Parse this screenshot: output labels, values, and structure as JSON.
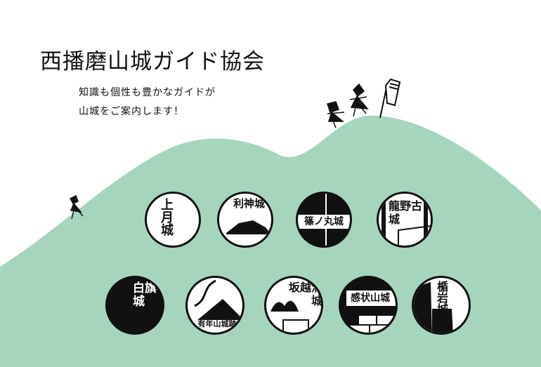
{
  "header": {
    "title": "西播磨山城ガイド協会",
    "subtitle_lines": [
      "知識も個性も豊かなガイドが",
      "山城をご案内します！"
    ]
  },
  "colors": {
    "mountain": "#a6d5bd",
    "ink": "#111111"
  },
  "castles": [
    {
      "name": "上月城"
    },
    {
      "name": "利神城"
    },
    {
      "name": "篠ノ丸城"
    },
    {
      "name": "龍野古城"
    },
    {
      "name": "白旗城"
    },
    {
      "name": "有年山城跡"
    },
    {
      "name": "坂越浦城"
    },
    {
      "name": "感状山城"
    },
    {
      "name": "楯岩城"
    }
  ]
}
